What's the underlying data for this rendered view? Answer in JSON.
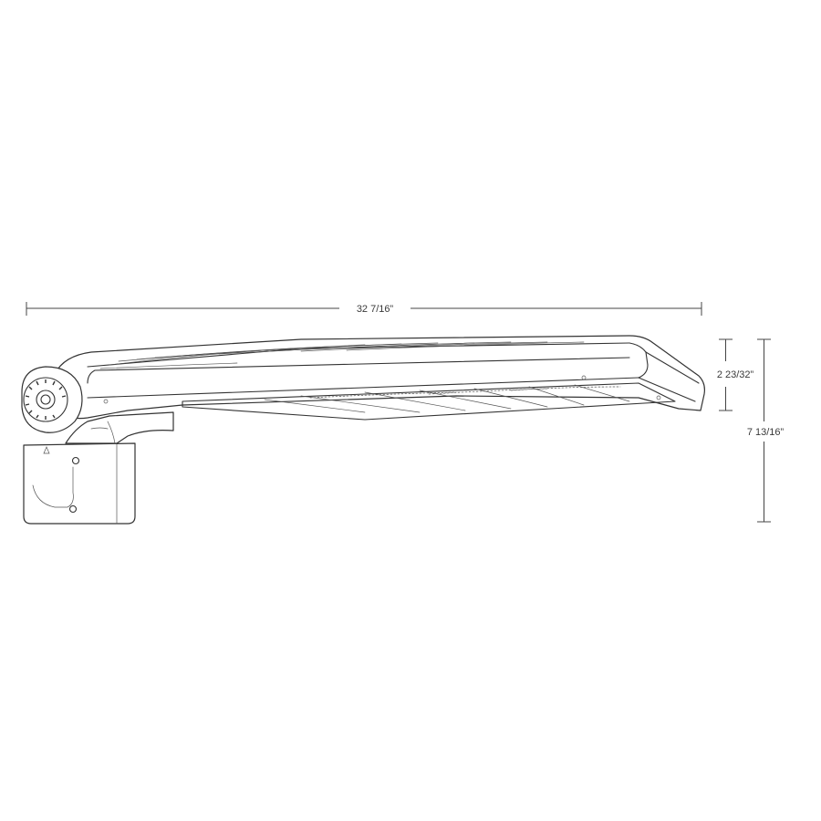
{
  "dimensions": {
    "overall_length": "32 7/16”",
    "head_height": "2 23/32”",
    "overall_height": "7 13/16”"
  },
  "colors": {
    "line": "#333333",
    "background": "#ffffff"
  },
  "parts": {
    "fixture_head": "led-area-light-head",
    "mount_arm": "adjustable-knuckle",
    "mount_plate": "wall-mount-bracket"
  }
}
